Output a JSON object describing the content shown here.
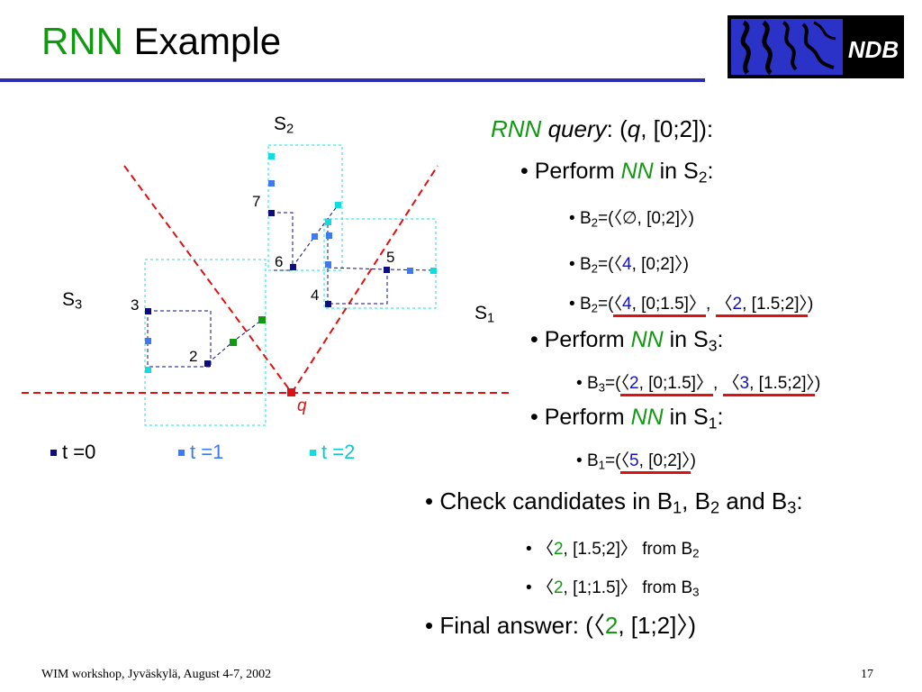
{
  "title": {
    "part1": "RNN",
    "part2": "Example"
  },
  "logo": {
    "text": "NDB"
  },
  "diagram": {
    "labels": {
      "s1": "S",
      "s1_sub": "1",
      "s2": "S",
      "s2_sub": "2",
      "s3": "S",
      "s3_sub": "3",
      "q": "q"
    },
    "points": {
      "p2": "2",
      "p3": "3",
      "p4": "4",
      "p5": "5",
      "p6": "6",
      "p7": "7"
    },
    "legend": [
      {
        "label": "t =0",
        "color": "#0d0d80"
      },
      {
        "label": "t =1",
        "color": "#3f78f0"
      },
      {
        "label": "t =2",
        "color": "#11dddd"
      }
    ]
  },
  "text": {
    "query": {
      "rnn": "RNN",
      "query": "query",
      "sep": ": (",
      "q": "q",
      "rest": ", [0;2]):"
    },
    "perform": "Perform",
    "nn": "NN",
    "in": "in S",
    "colon": ":",
    "b": "B",
    "eq": "=(",
    "open": "〈",
    "close": "〉",
    "empty": "∅",
    "closep": ")",
    "comma": ", ",
    "sub1": "1",
    "sub2": "2",
    "sub3": "3",
    "b2a_rest": ", [0;2]",
    "b2b_id": "4",
    "b2b_rest": ", [0;2]",
    "b2c_id1": "4",
    "b2c_rest1": ", [0;1.5]",
    "b2c_id2": "2",
    "b2c_rest2": ", [1.5;2]",
    "b3_id1": "2",
    "b3_rest1": ", [0;1.5]",
    "b3_id2": "3",
    "b3_rest2": ", [1.5;2]",
    "b1_id": "5",
    "b1_rest": ", [0;2]",
    "check": {
      "pre": "Check candidates in B",
      "mid1": ", B",
      "mid2": " and B"
    },
    "cand1": {
      "id": "2",
      "rest": ", [1.5;2]",
      "from": " from B"
    },
    "cand2": {
      "id": "2",
      "rest": ", [1;1.5]",
      "from": " from B"
    },
    "final": {
      "pre": "Final answer: (",
      "id": "2",
      "rest": ", [1;2]",
      "post": ")"
    }
  },
  "footer": {
    "left": "WIM workshop, Jyväskylä, August 4-7, 2002",
    "page": "17"
  }
}
